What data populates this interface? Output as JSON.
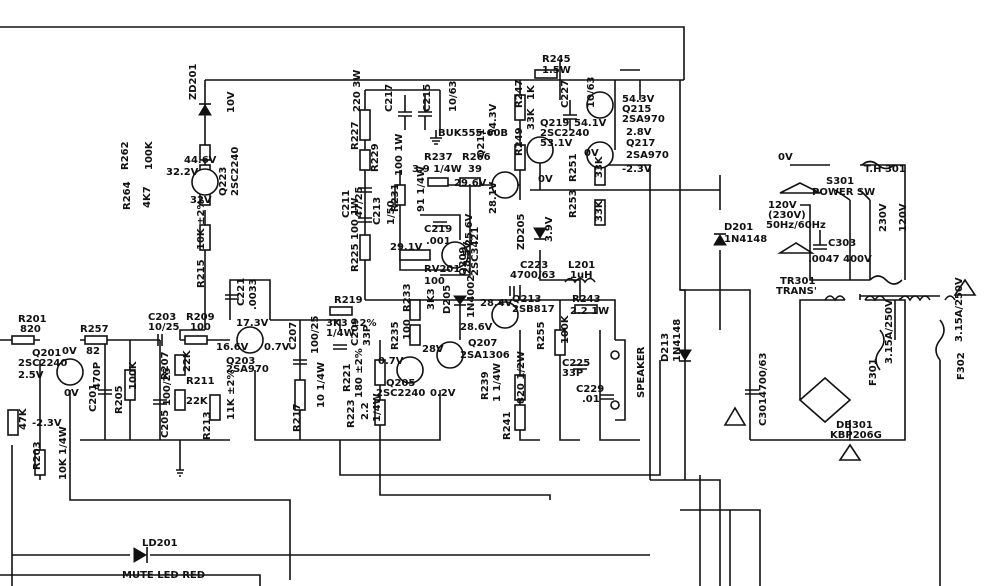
{
  "amp": {
    "zd201": "ZD201",
    "zd201_v": "10V",
    "r262": "R262",
    "r262_v": "100K",
    "r264": "R264",
    "r264_v": "4K7",
    "q223": "Q223",
    "q223_t": "2SC2240",
    "v446": "44.6V",
    "v322": "32.2V",
    "v32": "32V",
    "r215": "R215",
    "r215_v": "10K ±2%",
    "r227": "R227",
    "r227_v": "220  3W",
    "c217": "C217",
    "c215": "C215",
    "c215_v": "10/63",
    "r229": "R229",
    "r229_v": "100  1W",
    "c211": "C211",
    "c211_v": "47/25",
    "r237": "R237",
    "r237_v": "3.9  1/4W",
    "r266": "R266",
    "r266_v": "39",
    "r231": "R231",
    "r231_v": "91  1/4W",
    "c213": "C213",
    "c213_v": "1/50",
    "q211": "Q211",
    "q211_v": "54.3V",
    "q211_t": "BUK555-60B",
    "v296": "29.6V",
    "v281": "28.1V",
    "c219": "C219",
    "c219_v": ".001",
    "q209": "Q209",
    "q209_t": "2SC3421",
    "v256": "25.6V",
    "v291": "29.1V",
    "v285": "28.5V",
    "rv201": "RV201",
    "rv201_v": "100",
    "r225": "R225",
    "r225_v": "100  1W",
    "zd205": "ZD205",
    "zd205_v": "3.9V",
    "r245": "R245",
    "r245_v": "1.5W",
    "r247": "R247",
    "r247_v": "1K",
    "c227": "C227",
    "c227_v": "10/63",
    "q215": "Q215",
    "q215_t": "2SA970",
    "v543": "54.3V",
    "v541": "54.1V",
    "v28": "2.8V",
    "q219": "Q219",
    "q219_t": "2SC2240",
    "r249": "R249",
    "r249_v": "33K",
    "v531": "53.1V",
    "v0a": "0V",
    "q217": "Q217",
    "q217_t": "2SA970",
    "vneg23": "-2.3V",
    "r251": "R251",
    "r251_v": "33K",
    "v0b": "0V",
    "r253": "R253",
    "r253_v": "33K",
    "c223": "C223",
    "c223_v": "4700/63",
    "l201": "L201",
    "l201_v": "1uH",
    "r243": "R243",
    "r243_v": "2.2  1W",
    "q213": "Q213",
    "q213_t": "2SB817",
    "v284": "28.4V",
    "r233": "R233",
    "r233_v": "3K3",
    "d205": "D205",
    "d205_t": "1N4002",
    "r219": "R219",
    "r219_v": "3K3 ±2%",
    "r219_w": "1/4W",
    "v286": "28.6V",
    "q207": "Q207",
    "q207_t": "2SA1306",
    "r235": "R235",
    "r235_v": "100",
    "r255": "R255",
    "r255_v": "100K",
    "c225": "C225",
    "c225_v": "33P",
    "speaker": "SPEAKER",
    "c229": "C229",
    "c229_v": ".01",
    "c221": "C221",
    "c221_v": ".0033",
    "q203": "Q203",
    "q203_t": "2SA970",
    "v173": "17.3V",
    "v166": "16.6V",
    "v07": "0.7V",
    "c207": "C207",
    "c207_v": "100/25",
    "c209": "C209",
    "c209_v": "33P",
    "r221": "R221",
    "r221_v": "180 ±2%",
    "v07b": "0.7V",
    "v28b": "28V",
    "q205": "Q205",
    "q205_t": "2SC2240",
    "v02": "0.2V",
    "r239": "R239",
    "r239_v": "1  1/4W",
    "r241": "R241",
    "r241_v": "820  1/2W",
    "r217": "R217",
    "r217_v": "10  1/4W",
    "r223": "R223",
    "r223_v": "2.2",
    "r223_w": "1/4W",
    "c203": "C203",
    "c203_v": "10/25",
    "r209": "R209",
    "r209_v": "100",
    "r201": "R201",
    "r201_v": "820",
    "r257": "R257",
    "r257_v": "82",
    "q201": "Q201",
    "q201_t": "2SC2240",
    "v0c": "0V",
    "v0d": "0V",
    "v25": "2.5V",
    "c201": "C201",
    "c201_v": "470P",
    "r205": "R205",
    "r205_v": "100K",
    "r207": "R207",
    "r207_v": "22K",
    "c205": "C205",
    "c205_v": "100/25",
    "r211": "R211",
    "r211_v": "22K",
    "r213": "R213",
    "r213_v": "11K ±2%",
    "r203": "R203",
    "r203_v": "10K  1/4W",
    "r47k": "47K",
    "vneg23b": "-2.3V",
    "ld201": "LD201",
    "ld201_t": "MUTE LED RED"
  },
  "power": {
    "d201": "D201",
    "d201_t": "1N4148",
    "d213": "D213",
    "d213_t": "1N4148",
    "c301": "C301",
    "c301_v": "4700/63",
    "v0": "0V",
    "th301": "T.H 301",
    "s301": "S301",
    "s301_t": "POWER SW",
    "v120": "120V",
    "v230": "(230V)",
    "hz": "50Hz/60Hz",
    "c303": "C303",
    "c303_v": ".0047  400V",
    "v230t": "230V",
    "v120t": "120V",
    "tr301": "TR301",
    "tr301_t": "TRANS'",
    "f301": "F301",
    "f301_v": "3.15A/250V",
    "f302": "F302",
    "f302_v": "3.15A/250V",
    "db301": "DB301",
    "db301_t": "KBP206G"
  }
}
